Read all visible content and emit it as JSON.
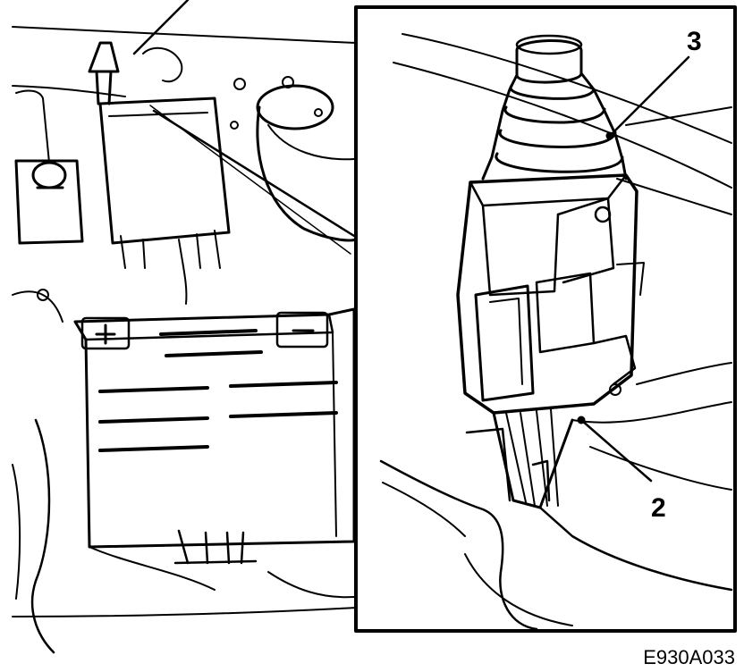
{
  "diagram": {
    "callouts": [
      {
        "id": "callout-3",
        "text": "3"
      },
      {
        "id": "callout-2",
        "text": "2"
      }
    ],
    "figure_code": "E930A033",
    "colors": {
      "ink": "#000000",
      "paper": "#ffffff"
    }
  }
}
